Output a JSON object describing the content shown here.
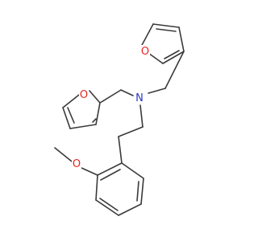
{
  "molecule": {
    "atoms": [
      {
        "id": "O1",
        "label": "O",
        "color": "#e8251f"
      },
      {
        "id": "O2",
        "label": "O",
        "color": "#e8251f"
      },
      {
        "id": "N",
        "label": "N",
        "color": "#2a36c8"
      },
      {
        "id": "O3",
        "label": "O",
        "color": "#e8251f"
      }
    ],
    "bond_color": "#3a3a3a",
    "background": "#ffffff"
  }
}
